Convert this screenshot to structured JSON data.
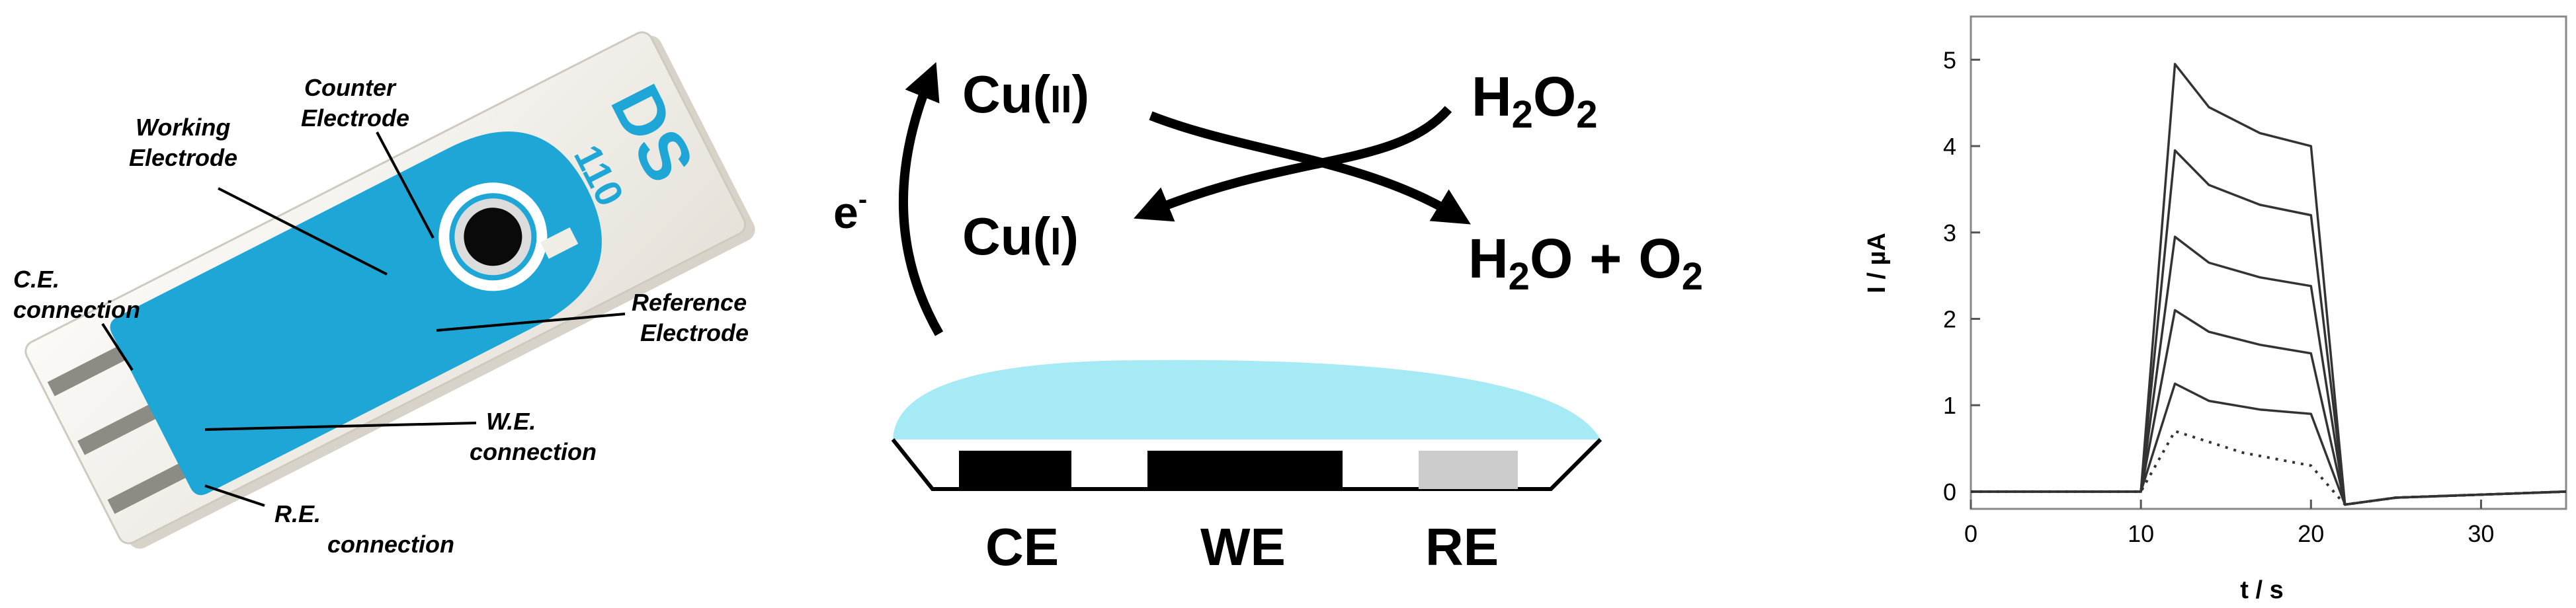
{
  "sensor": {
    "brand_text": "DS",
    "model_text": "110",
    "labels": {
      "working_electrode": [
        "Working",
        "Electrode"
      ],
      "counter_electrode": [
        "Counter",
        "Electrode"
      ],
      "reference_electrode": [
        "Reference",
        "Electrode"
      ],
      "ce_connection": [
        "C.E.",
        "connection"
      ],
      "we_connection": [
        "W.E.",
        "connection"
      ],
      "re_connection": [
        "R.E.",
        "connection"
      ]
    },
    "colors": {
      "accent": "#1ea7d6",
      "strip": "#f4f1ec",
      "contact": "#8c8c84"
    }
  },
  "mechanism": {
    "electron": "e",
    "electron_sup": "-",
    "cu2": {
      "base": "Cu(",
      "roman": "II",
      "close": ")"
    },
    "cu1": {
      "base": "Cu(",
      "roman": "I",
      "close": ")"
    },
    "h2o2": {
      "a": "H",
      "sub1": "2",
      "b": "O",
      "sub2": "2"
    },
    "products": {
      "a": "H",
      "sub1": "2",
      "b": "O",
      "plus": "+",
      "c": "O",
      "sub2": "2"
    },
    "electrodes": [
      "CE",
      "WE",
      "RE"
    ],
    "colors": {
      "drop": "#a6eaf5",
      "electrode": "#000000",
      "reference": "#cccccc"
    }
  },
  "chart_data": {
    "type": "line",
    "title": "",
    "xlabel": "t / s",
    "ylabel": "I / µA",
    "xlim": [
      0,
      35
    ],
    "ylim": [
      -0.2,
      5.5
    ],
    "xticks": [
      0,
      10,
      20,
      30
    ],
    "yticks": [
      0,
      1,
      2,
      3,
      4,
      5
    ],
    "grid": false,
    "series": [
      {
        "style": "dotted",
        "points": [
          [
            0,
            0
          ],
          [
            10,
            0
          ],
          [
            12,
            0.7
          ],
          [
            16,
            0.45
          ],
          [
            20,
            0.3
          ],
          [
            22,
            -0.15
          ],
          [
            25,
            -0.07
          ],
          [
            35,
            0
          ]
        ]
      },
      {
        "style": "solid",
        "points": [
          [
            0,
            0
          ],
          [
            10,
            0
          ],
          [
            12,
            1.25
          ],
          [
            14,
            1.05
          ],
          [
            17,
            0.95
          ],
          [
            20,
            0.9
          ],
          [
            22,
            -0.15
          ],
          [
            25,
            -0.07
          ],
          [
            35,
            0
          ]
        ]
      },
      {
        "style": "solid",
        "points": [
          [
            0,
            0
          ],
          [
            10,
            0
          ],
          [
            12,
            2.1
          ],
          [
            14,
            1.85
          ],
          [
            17,
            1.7
          ],
          [
            20,
            1.6
          ],
          [
            22,
            -0.15
          ],
          [
            25,
            -0.07
          ],
          [
            35,
            0
          ]
        ]
      },
      {
        "style": "solid",
        "points": [
          [
            0,
            0
          ],
          [
            10,
            0
          ],
          [
            12,
            2.95
          ],
          [
            14,
            2.65
          ],
          [
            17,
            2.48
          ],
          [
            20,
            2.38
          ],
          [
            22,
            -0.15
          ],
          [
            25,
            -0.07
          ],
          [
            35,
            0
          ]
        ]
      },
      {
        "style": "solid",
        "points": [
          [
            0,
            0
          ],
          [
            10,
            0
          ],
          [
            12,
            3.95
          ],
          [
            14,
            3.55
          ],
          [
            17,
            3.32
          ],
          [
            20,
            3.2
          ],
          [
            22,
            -0.15
          ],
          [
            25,
            -0.07
          ],
          [
            35,
            0
          ]
        ]
      },
      {
        "style": "solid",
        "points": [
          [
            0,
            0
          ],
          [
            10,
            0
          ],
          [
            12,
            4.95
          ],
          [
            14,
            4.45
          ],
          [
            17,
            4.15
          ],
          [
            20,
            4.0
          ],
          [
            22,
            -0.15
          ],
          [
            25,
            -0.07
          ],
          [
            35,
            0
          ]
        ]
      }
    ]
  }
}
